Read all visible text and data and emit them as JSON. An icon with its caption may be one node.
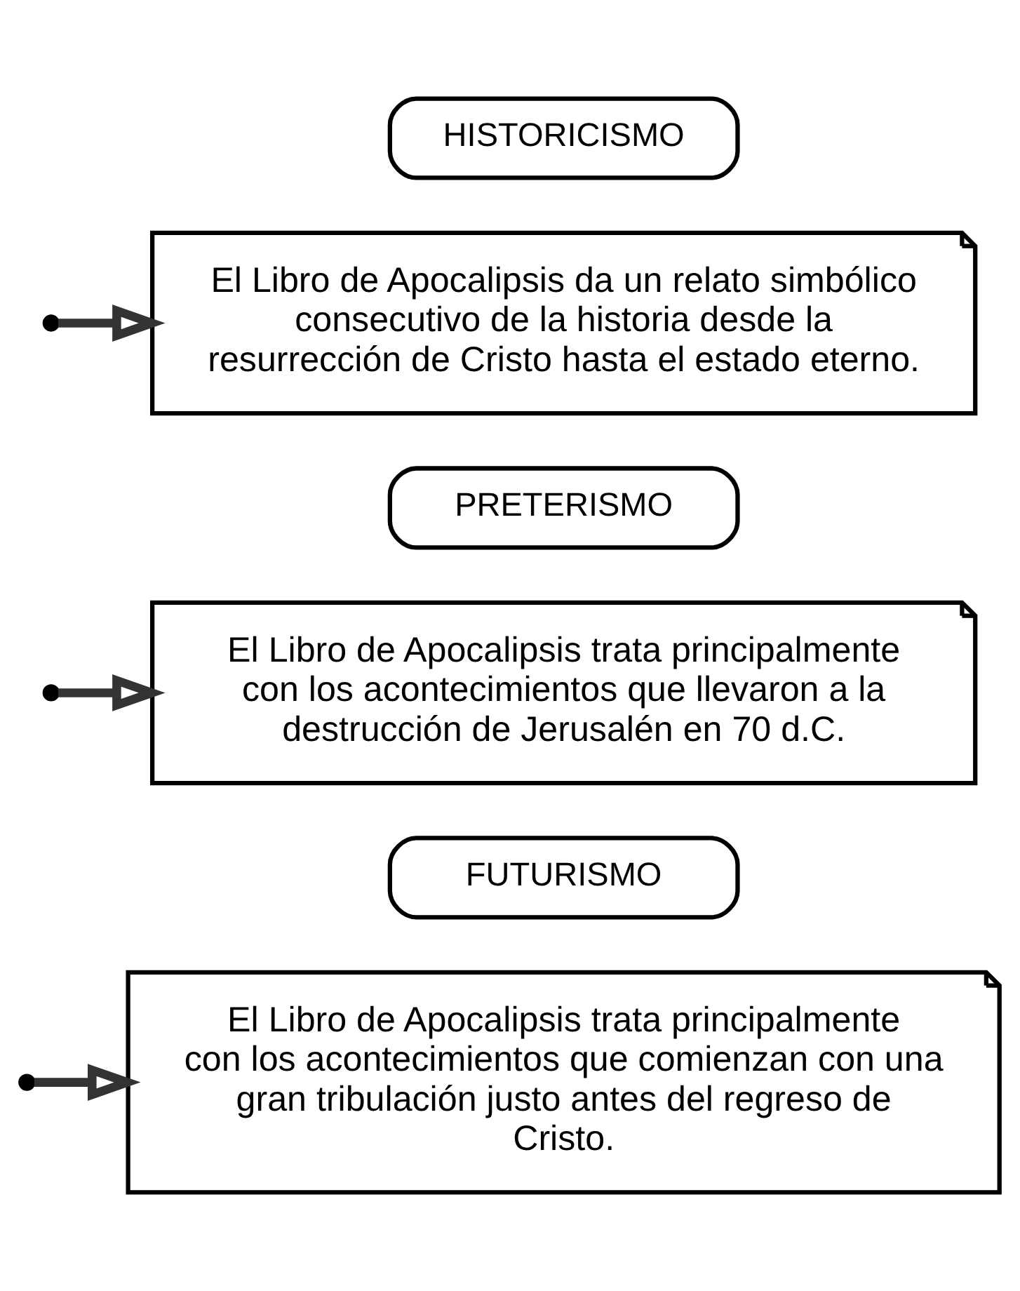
{
  "diagram": {
    "nodes": [
      {
        "text": [
          "HISTORICISMO"
        ]
      },
      {
        "text": [
          "El Libro de Apocalipsis da un relato simbólico consecutivo de la historia desde la resurrección de Cristo hasta el estado eterno."
        ]
      },
      {
        "text": [
          "PRETERISMO"
        ]
      },
      {
        "text": [
          "El Libro de Apocalipsis trata principalmente con los acontecimientos que llevaron a la destrucción de Jerusalén en 70 d.C."
        ]
      },
      {
        "text": [
          "FUTURISMO"
        ]
      },
      {
        "text": [
          "El Libro de Apocalipsis trata principalmente con los acontecimientos que comienzan con una gran tribulación justo antes del regreso de Cristo."
        ]
      }
    ],
    "edges": [
      {
        "from": null,
        "to": 1,
        "arrow": "to"
      },
      {
        "from": null,
        "to": 3,
        "arrow": "to"
      },
      {
        "from": null,
        "to": 5,
        "arrow": "to"
      }
    ]
  }
}
